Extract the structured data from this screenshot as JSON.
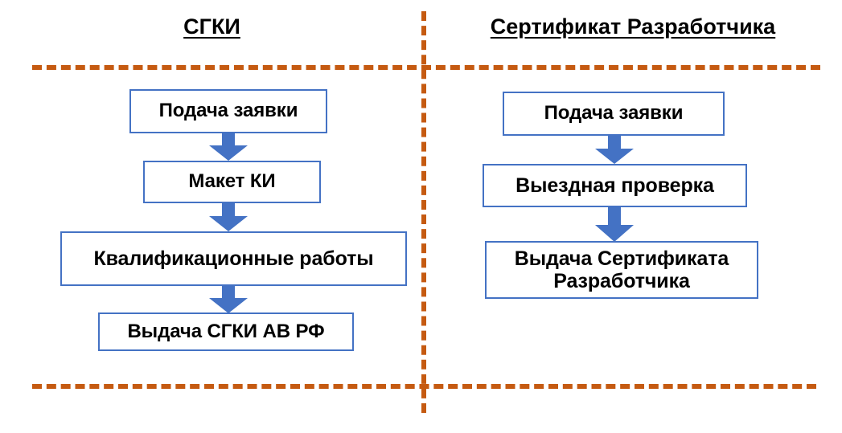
{
  "diagram": {
    "title_left": "СГКИ",
    "title_right": "Сертификат Разработчика",
    "colors": {
      "box_border": "#4472C4",
      "arrow_fill": "#4472C4",
      "separator": "#C55A11",
      "text": "#000000",
      "background": "#FFFFFF"
    },
    "left_column": {
      "heading": "СГКИ",
      "steps": [
        {
          "label": "Подача заявки"
        },
        {
          "label": "Макет КИ"
        },
        {
          "label": "Квалификационные работы"
        },
        {
          "label": "Выдача СГКИ АВ РФ"
        }
      ],
      "connectors": [
        {
          "name": "down-arrow",
          "from": "Подача заявки",
          "to": "Макет КИ"
        },
        {
          "name": "down-arrow",
          "from": "Макет КИ",
          "to": "Квалификационные работы"
        },
        {
          "name": "down-arrow",
          "from": "Квалификационные работы",
          "to": "Выдача СГКИ АВ РФ"
        }
      ]
    },
    "right_column": {
      "heading": "Сертификат Разработчика",
      "steps": [
        {
          "label": "Подача заявки"
        },
        {
          "label": "Выездная проверка"
        },
        {
          "label_line1": "Выдача Сертификата",
          "label_line2": "Разработчика"
        }
      ],
      "connectors": [
        {
          "name": "down-arrow",
          "from": "Подача заявки",
          "to": "Выездная проверка"
        },
        {
          "name": "down-arrow",
          "from": "Выездная проверка",
          "to": "Выдача Сертификата Разработчика"
        }
      ]
    }
  }
}
